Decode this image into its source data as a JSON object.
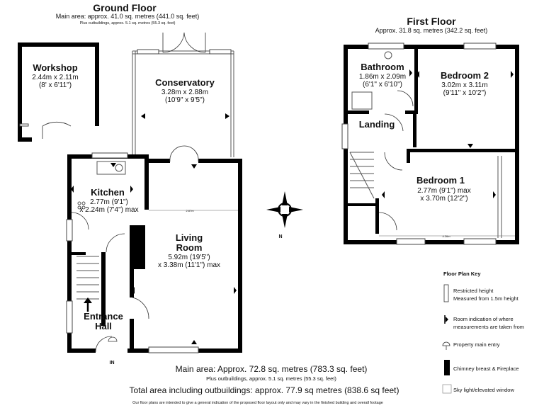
{
  "ground_floor": {
    "title": "Ground Floor",
    "main_area": "Main area: approx. 41.0 sq. metres (441.0 sq. feet)",
    "outbuildings": "Plus outbuildings, approx. 5.1 sq. metres (55.3 sq. feet)",
    "rooms": {
      "workshop": {
        "name": "Workshop",
        "dim_m": "2.44m x 2.11m",
        "dim_ft": "(8' x 6'11\")"
      },
      "conservatory": {
        "name": "Conservatory",
        "dim_m": "3.28m x 2.88m",
        "dim_ft": "(10'9\" x 9'5\")"
      },
      "kitchen": {
        "name": "Kitchen",
        "dim_1": "2.77m (9'1\")",
        "dim_2": "x 2.24m (7'4\") max"
      },
      "living_room": {
        "name_1": "Living",
        "name_2": "Room",
        "dim_1": "5.92m (19'5\")",
        "dim_2": "x 3.38m (11'1\") max"
      },
      "entrance_hall": {
        "name_1": "Entrance",
        "name_2": "Hall"
      }
    },
    "measure_label": "2.87m",
    "entry_label": "IN"
  },
  "first_floor": {
    "title": "First Floor",
    "area": "Approx. 31.8 sq. metres (342.2 sq. feet)",
    "rooms": {
      "bathroom": {
        "name": "Bathroom",
        "dim_m": "1.86m x 2.09m",
        "dim_ft": "(6'1\" x 6'10\")"
      },
      "bedroom2": {
        "name": "Bedroom 2",
        "dim_m": "3.02m x 3.11m",
        "dim_ft": "(9'11\" x 10'2\")"
      },
      "landing": {
        "name": "Landing"
      },
      "bedroom1": {
        "name": "Bedroom 1",
        "dim_1": "2.77m (9'1\") max",
        "dim_2": "x 3.70m (12'2\")"
      }
    },
    "measure_label": "4.26m"
  },
  "compass": {
    "label": "N"
  },
  "key": {
    "title": "Floor Plan Key",
    "restricted_1": "Restricted height",
    "restricted_2": "Measured from 1.5m height",
    "indication_1": "Room indication of where",
    "indication_2": "measurements are taken from",
    "entry": "Property main entry",
    "chimney": "Chimney breast & Fireplace",
    "skylight": "Sky light/elevated window"
  },
  "footer": {
    "main_area": "Main area: Approx. 72.8 sq. metres (783.3 sq. feet)",
    "outbuildings": "Plus outbuildings, approx. 5.1 sq. metres (55.3 sq. feet)",
    "total": "Total area including  outbuildings: approx. 77.9 sq metres (838.6 sq feet)",
    "disclaimer": "Our floor plans are intended to give a general indication of the proposed floor layout only and may vary in the finished building and overall footage"
  }
}
